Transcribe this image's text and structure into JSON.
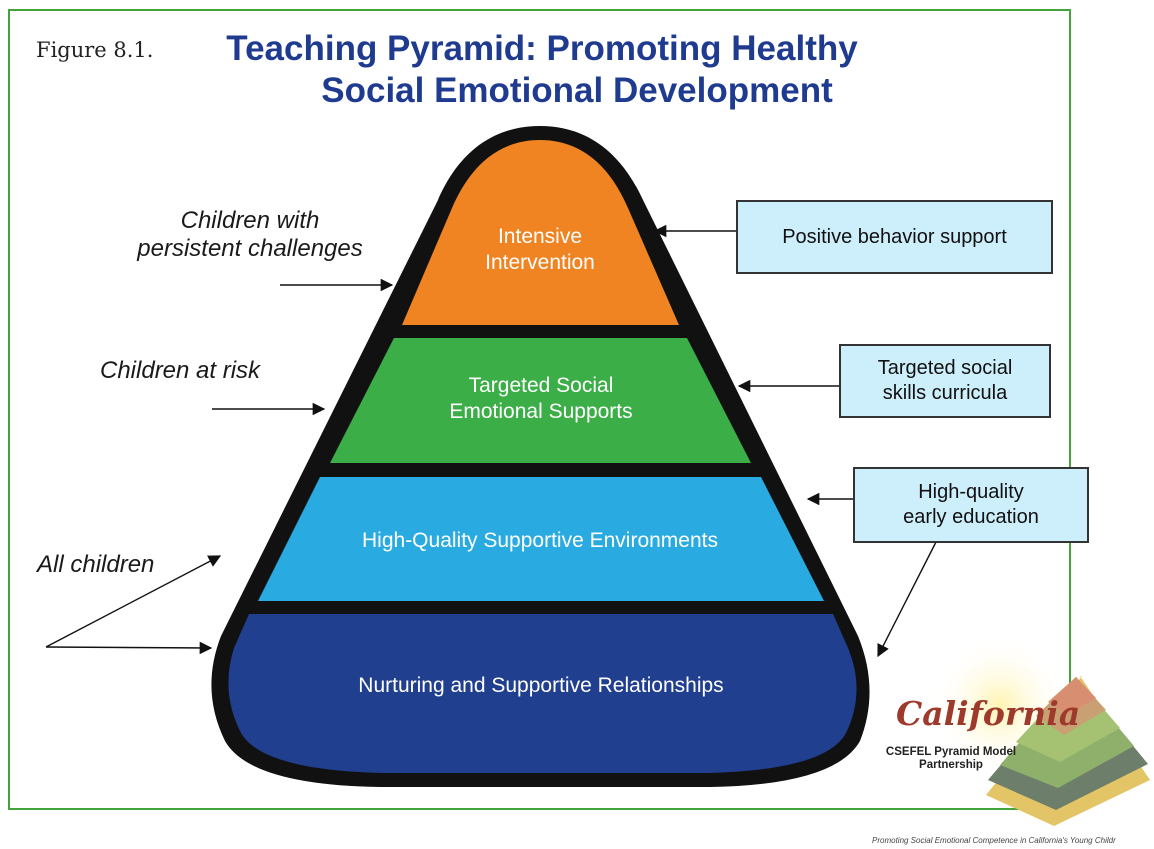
{
  "figure_label": "Figure 8.1.",
  "title_line1": "Teaching Pyramid: Promoting Healthy",
  "title_line2": "Social Emotional Development",
  "levels": [
    {
      "line1": "Intensive",
      "line2": "Intervention",
      "color": "#f08322"
    },
    {
      "line1": "Targeted Social",
      "line2": "Emotional Supports",
      "color": "#3cae48"
    },
    {
      "line1": "High-Quality Supportive Environments",
      "line2": "",
      "color": "#29abe2"
    },
    {
      "line1": "Nurturing and Supportive Relationships",
      "line2": "",
      "color": "#213f8f"
    }
  ],
  "left_labels": {
    "persistent_line1": "Children with",
    "persistent_line2": "persistent challenges",
    "at_risk": "Children at risk",
    "all": "All children"
  },
  "right_boxes": {
    "box1": "Positive behavior support",
    "box2_line1": "Targeted social",
    "box2_line2": "skills curricula",
    "box3_line1": "High-quality",
    "box3_line2": "early education"
  },
  "logo": {
    "word": "California",
    "sub_line1": "CSEFEL Pyramid Model",
    "sub_line2": "Partnership"
  },
  "footer": "Promoting Social Emotional Competence in California's Young Childr",
  "colors": {
    "frame": "#45a33c",
    "title": "#1f3b8f",
    "box_fill": "#cdeefb"
  }
}
